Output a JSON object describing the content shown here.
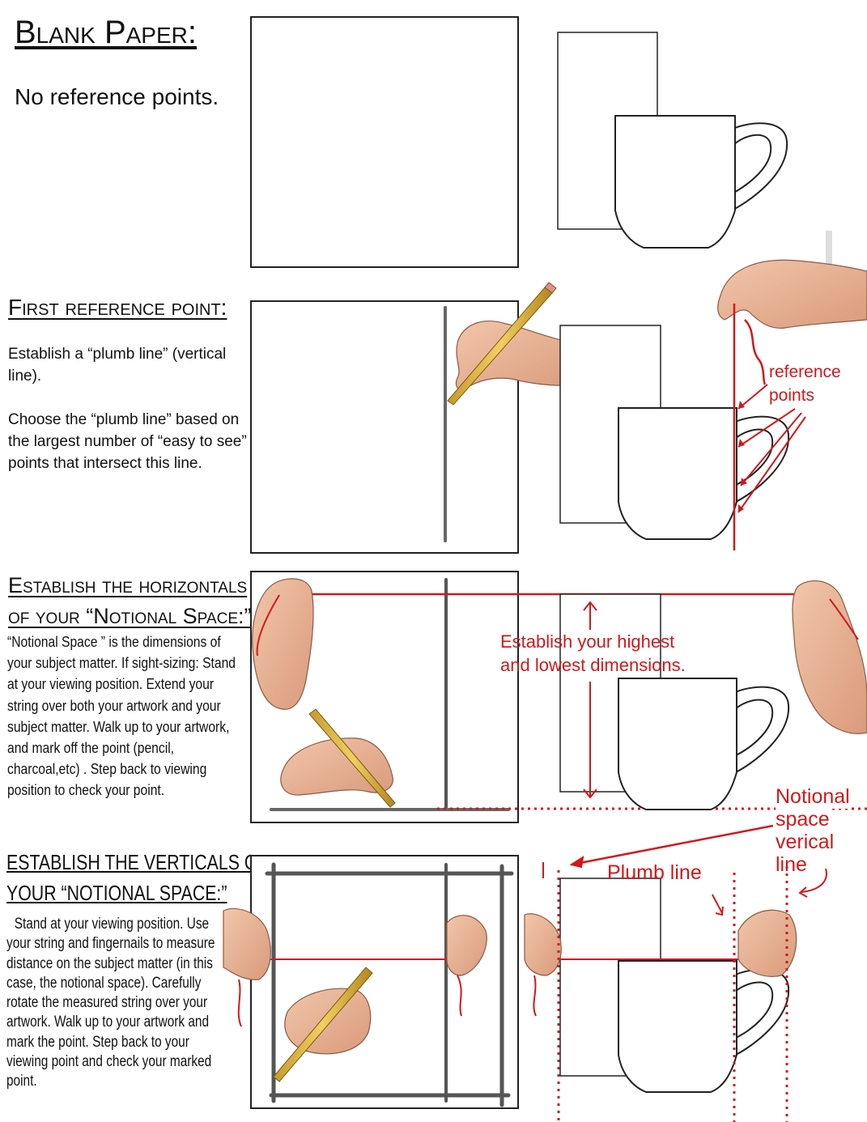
{
  "sections": [
    {
      "heading": "Blank Paper:",
      "body": "No reference points."
    },
    {
      "heading": "First reference point:",
      "body1": "Establish a “plumb line” (vertical line).",
      "body2": "Choose the “plumb line” based on the largest number of “easy to see” points that intersect this line.",
      "annotation_line1": "reference",
      "annotation_line2": "points"
    },
    {
      "heading_line1": "Establish the horizontals",
      "heading_line2": "of your “Notional Space:”",
      "body": "“Notional Space ” is the dimensions of your subject matter.  If sight-sizing: Stand at your viewing position.   Extend your string over both your artwork and your subject matter.   Walk up to your artwork, and mark off the point (pencil, charcoal,etc) .  Step back to viewing position to check your point.",
      "annotation_line1": "Establish your highest",
      "annotation_line2": "and lowest dimensions."
    },
    {
      "heading_line1": "ESTABLISH THE VERTICALS OF",
      "heading_line2": "YOUR “NOTIONAL SPACE:”",
      "body": "Stand at your viewing position.  Use your string and fingernails to measure distance on the subject matter (in this case, the notional space).  Carefully rotate  the measured string over your artwork.  Walk up to your artwork and mark the point.  Step back to your viewing point and check your marked point.",
      "label_notional_1": "Notional",
      "label_notional_2": "space",
      "label_notional_3": "verical",
      "label_notional_4": "line",
      "label_plumb": "Plumb line"
    }
  ],
  "colors": {
    "annotation_red": "#d0191c",
    "ink": "#111111",
    "skin": "#e8b394"
  }
}
